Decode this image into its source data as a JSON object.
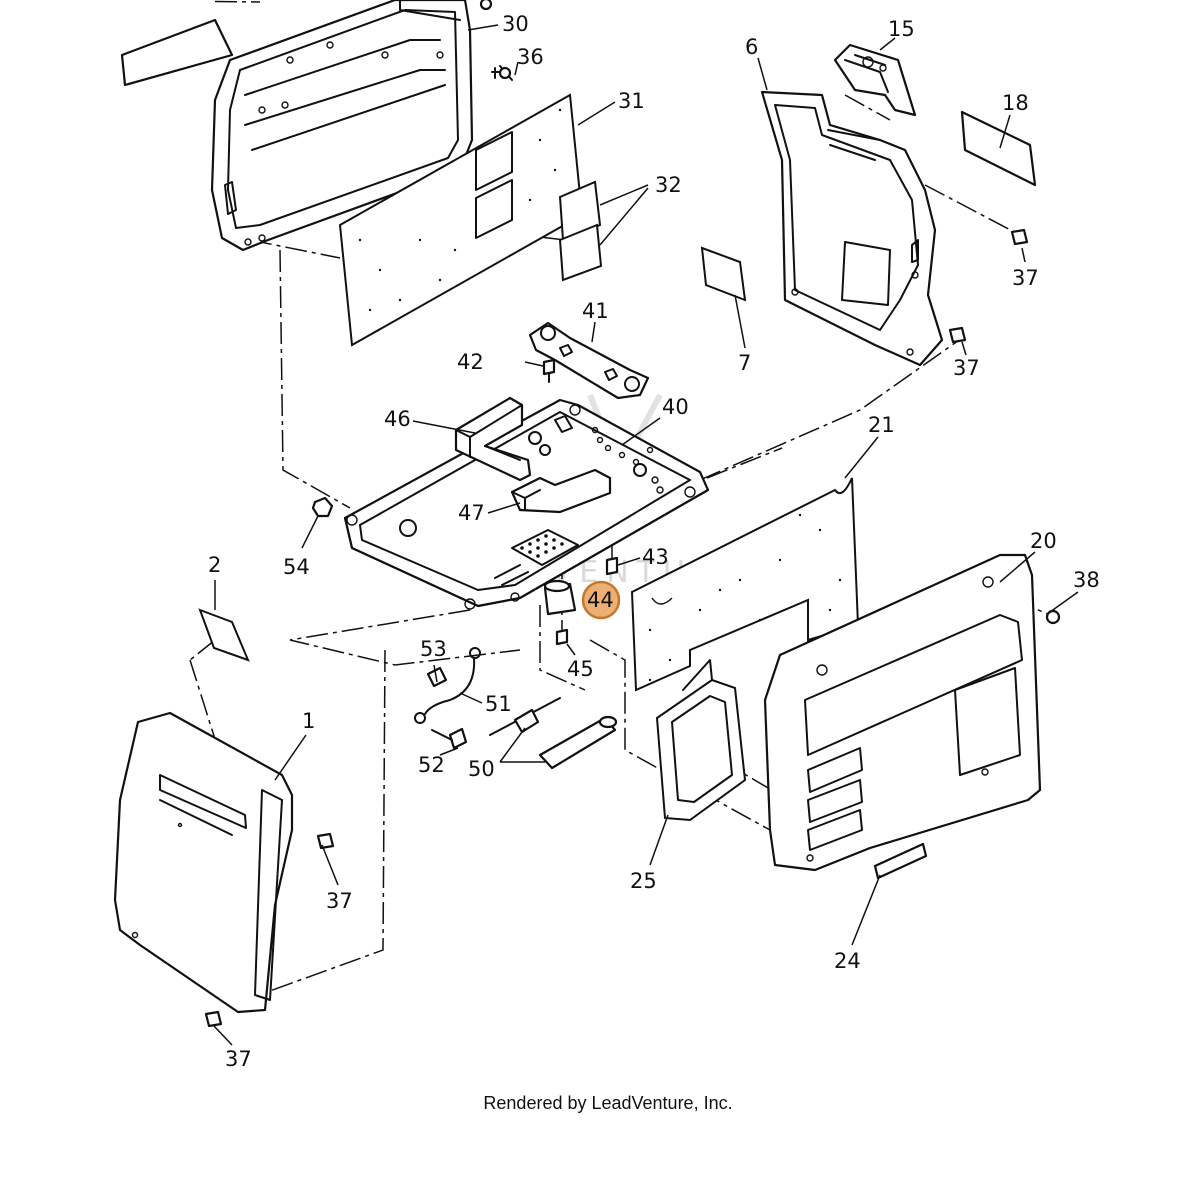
{
  "watermark": "LEADVENTURE",
  "credit": "Rendered by LeadVenture, Inc.",
  "accent_color": "#e9a15c",
  "highlighted_part": "44",
  "callouts": {
    "c1": "1",
    "c2": "2",
    "c6": "6",
    "c7": "7",
    "c15": "15",
    "c18": "18",
    "c20": "20",
    "c21": "21",
    "c24": "24",
    "c25": "25",
    "c30": "30",
    "c31": "31",
    "c32": "32",
    "c36": "36",
    "c37a": "37",
    "c37b": "37",
    "c37c": "37",
    "c37d": "37",
    "c38": "38",
    "c40": "40",
    "c41": "41",
    "c42": "42",
    "c43": "43",
    "c44": "44",
    "c45": "45",
    "c46": "46",
    "c47": "47",
    "c50": "50",
    "c51": "51",
    "c52": "52",
    "c53": "53",
    "c54": "54"
  }
}
